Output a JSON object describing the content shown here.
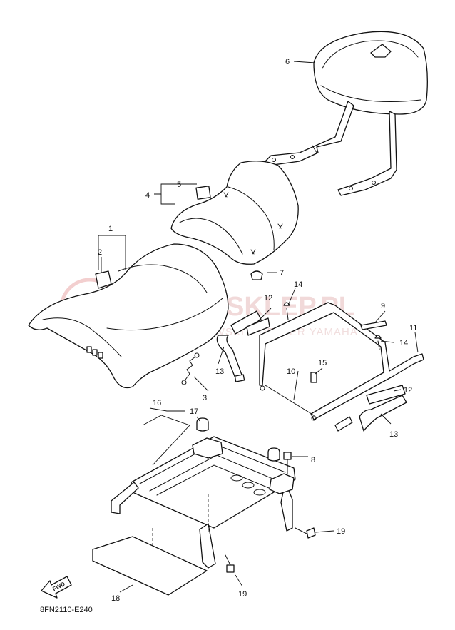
{
  "watermark": {
    "main": "YAMA-SKLEP.PL",
    "sub": "WOJCIECHOWSKI – DEALER YAMAHA"
  },
  "diagram_code": "8FN2110-E240",
  "fwd_label": "FWD",
  "callouts": [
    "1",
    "2",
    "3",
    "4",
    "5",
    "6",
    "7",
    "8",
    "9",
    "10",
    "11",
    "12",
    "12",
    "13",
    "13",
    "14",
    "14",
    "15",
    "16",
    "17",
    "18",
    "19",
    "19"
  ]
}
